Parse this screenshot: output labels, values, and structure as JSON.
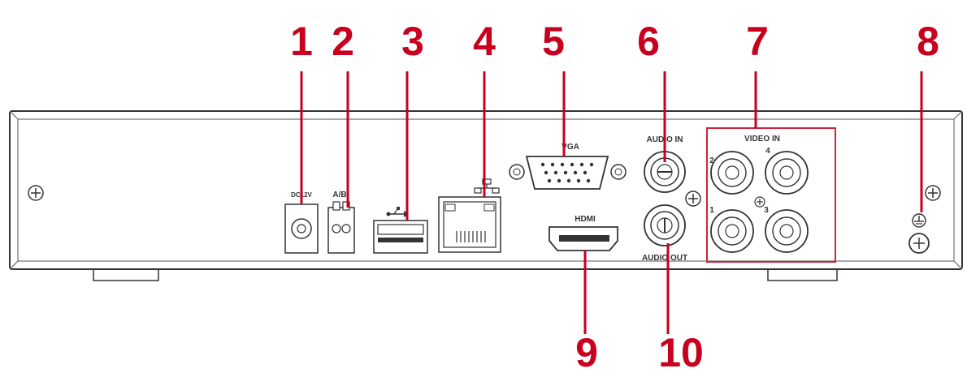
{
  "callouts": [
    "1",
    "2",
    "3",
    "4",
    "5",
    "6",
    "7",
    "8",
    "9",
    "10"
  ],
  "port_labels": {
    "dc": "DC12V",
    "ab": "A/B",
    "vga": "VGA",
    "hdmi": "HDMI",
    "audio_in": "AUDIO IN",
    "audio_out": "AUDIO OUT",
    "video_in": "VIDEO IN",
    "video_ch": [
      "2",
      "4",
      "1",
      "3"
    ]
  },
  "colors": {
    "callout": "#c8001e",
    "outline": "#333333"
  },
  "icons": [
    "usb-icon",
    "network-icon",
    "ground-icon"
  ]
}
